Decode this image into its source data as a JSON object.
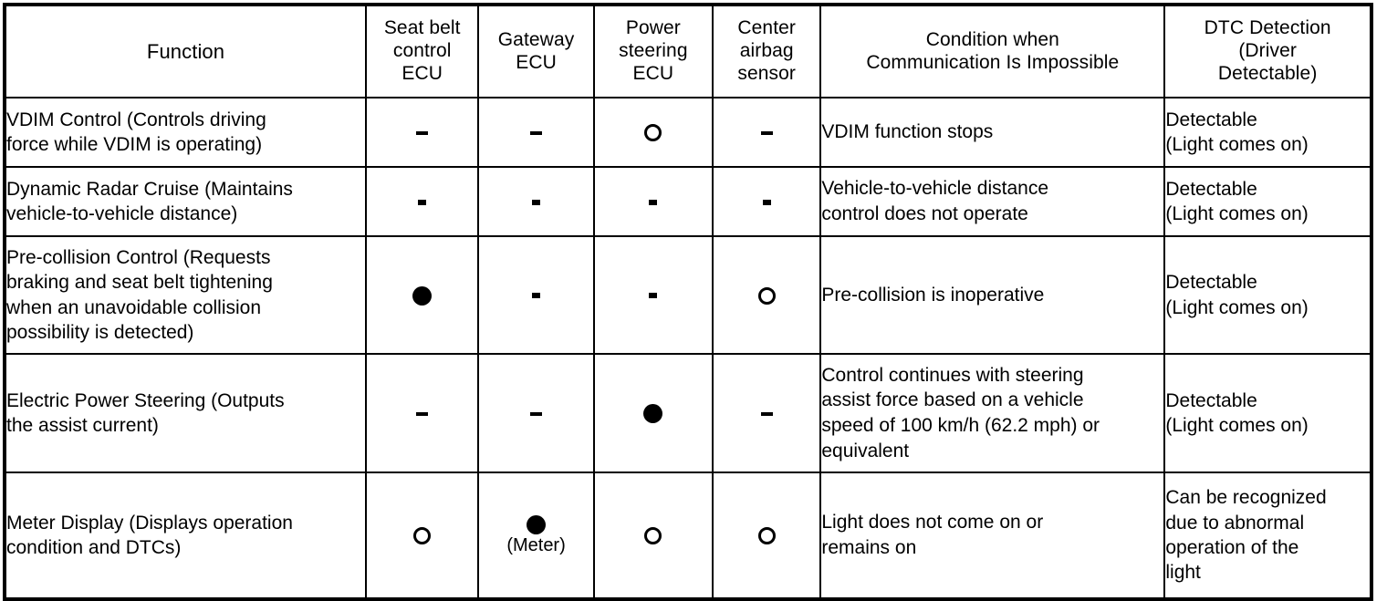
{
  "table": {
    "columns": [
      {
        "id": "function",
        "label_lines": [
          "Function"
        ]
      },
      {
        "id": "seatbelt",
        "label_lines": [
          "Seat belt",
          "control",
          "ECU"
        ]
      },
      {
        "id": "gateway",
        "label_lines": [
          "Gateway",
          "ECU"
        ]
      },
      {
        "id": "steering",
        "label_lines": [
          "Power",
          "steering",
          "ECU"
        ]
      },
      {
        "id": "airbag",
        "label_lines": [
          "Center",
          "airbag",
          "sensor"
        ]
      },
      {
        "id": "condition",
        "label_lines": [
          "Condition when",
          "Communication Is Impossible"
        ]
      },
      {
        "id": "dtc",
        "label_lines": [
          "DTC Detection",
          "(Driver",
          "Detectable)"
        ]
      }
    ],
    "header": {
      "function": "Function",
      "seatbelt_l1": "Seat belt",
      "seatbelt_l2": "control",
      "seatbelt_l3": "ECU",
      "gateway_l1": "Gateway",
      "gateway_l2": "ECU",
      "steering_l1": "Power",
      "steering_l2": "steering",
      "steering_l3": "ECU",
      "airbag_l1": "Center",
      "airbag_l2": "airbag",
      "airbag_l3": "sensor",
      "condition_l1": "Condition when",
      "condition_l2": "Communication Is Impossible",
      "dtc_l1": "DTC Detection",
      "dtc_l2": "(Driver",
      "dtc_l3": "Detectable)"
    },
    "rows": [
      {
        "function_lines": [
          "VDIM Control (Controls driving",
          "force while VDIM is operating)"
        ],
        "seatbelt": {
          "marker": "dash",
          "label": "-"
        },
        "gateway": {
          "marker": "dash",
          "label": "-"
        },
        "steering": {
          "marker": "open-circle",
          "label": "○"
        },
        "airbag": {
          "marker": "dash",
          "label": "-"
        },
        "condition_lines": [
          "VDIM function stops"
        ],
        "dtc_lines": [
          "Detectable",
          "(Light comes on)"
        ]
      },
      {
        "function_lines": [
          "Dynamic Radar Cruise (Maintains",
          "vehicle-to-vehicle distance)"
        ],
        "seatbelt": {
          "marker": "dash-small",
          "label": "-"
        },
        "gateway": {
          "marker": "dash-small",
          "label": "-"
        },
        "steering": {
          "marker": "dash-small",
          "label": "-"
        },
        "airbag": {
          "marker": "dash-small",
          "label": "-"
        },
        "condition_lines": [
          "Vehicle-to-vehicle distance",
          "control does not operate"
        ],
        "dtc_lines": [
          "Detectable",
          "(Light comes on)"
        ]
      },
      {
        "function_lines": [
          "Pre-collision Control (Requests",
          "braking and seat belt tightening",
          "when an unavoidable collision",
          "possibility is detected)"
        ],
        "seatbelt": {
          "marker": "filled-circle",
          "label": "●"
        },
        "gateway": {
          "marker": "dash-small",
          "label": "-"
        },
        "steering": {
          "marker": "dash-small",
          "label": "-"
        },
        "airbag": {
          "marker": "open-circle",
          "label": "○"
        },
        "condition_lines": [
          "Pre-collision is inoperative"
        ],
        "dtc_lines": [
          "Detectable",
          "(Light comes on)"
        ]
      },
      {
        "function_lines": [
          "Electric Power Steering (Outputs",
          "the assist current)"
        ],
        "seatbelt": {
          "marker": "dash",
          "label": "-"
        },
        "gateway": {
          "marker": "dash",
          "label": "-"
        },
        "steering": {
          "marker": "filled-circle",
          "label": "●"
        },
        "airbag": {
          "marker": "dash",
          "label": "-"
        },
        "condition_lines": [
          "Control continues with steering",
          "assist force based on a vehicle",
          "speed of 100 km/h (62.2 mph) or",
          "equivalent"
        ],
        "dtc_lines": [
          "Detectable",
          "(Light comes on)"
        ]
      },
      {
        "function_lines": [
          "Meter Display (Displays operation",
          "condition and DTCs)"
        ],
        "seatbelt": {
          "marker": "open-circle",
          "label": "○"
        },
        "gateway": {
          "marker": "filled-circle",
          "label": "●",
          "sublabel": "(Meter)"
        },
        "steering": {
          "marker": "open-circle",
          "label": "○"
        },
        "airbag": {
          "marker": "open-circle",
          "label": "○"
        },
        "condition_lines": [
          "Light does not come on or",
          "remains on"
        ],
        "dtc_lines": [
          "Can be recognized",
          "due to abnormal",
          "operation of the",
          "light"
        ]
      }
    ]
  },
  "colors": {
    "border": "#000000",
    "background": "#ffffff",
    "text": "#000000"
  }
}
